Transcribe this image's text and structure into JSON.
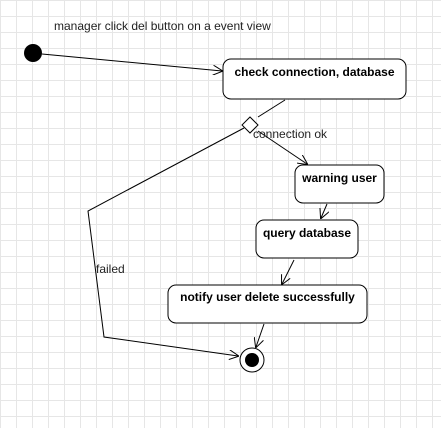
{
  "diagram": {
    "caption": "manager click del button on a event view",
    "nodes": {
      "check": "check connection, database",
      "warning": "warning user",
      "query": "query database",
      "notify": "notify user delete successfully"
    },
    "edges": {
      "ok": "connection ok",
      "failed": "failed"
    }
  }
}
